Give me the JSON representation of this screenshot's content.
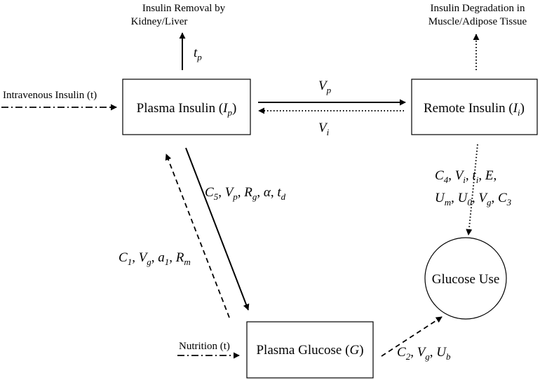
{
  "nodes": {
    "plasma_insulin": {
      "label": "Plasma Insulin (",
      "var": "I",
      "sub": "p",
      "close": ")"
    },
    "remote_insulin": {
      "label": "Remote Insulin (",
      "var": "I",
      "sub": "i",
      "close": ")"
    },
    "plasma_glucose": {
      "label": "Plasma Glucose (",
      "var": "G",
      "close": ")"
    },
    "glucose_use": {
      "label": "Glucose Use"
    }
  },
  "outputs": {
    "kidney_liver": {
      "line1": "Insulin Removal by",
      "line2": "Kidney/Liver"
    },
    "muscle_adipose": {
      "line1": "Insulin Degradation in",
      "line2": "Muscle/Adipose Tissue"
    }
  },
  "inputs": {
    "intravenous": "Intravenous Insulin (t)",
    "nutrition": "Nutrition (t)"
  },
  "edge_labels": {
    "tp": {
      "v": "t",
      "s": "p"
    },
    "vp": {
      "v": "V",
      "s": "p"
    },
    "vi": {
      "v": "V",
      "s": "i"
    },
    "c5_line": [
      {
        "v": "C",
        "s": "5"
      },
      {
        "v": "V",
        "s": "p"
      },
      {
        "v": "R",
        "s": "g"
      },
      {
        "v": "α",
        "s": ""
      },
      {
        "v": "t",
        "s": "d"
      }
    ],
    "c1_line": [
      {
        "v": "C",
        "s": "1"
      },
      {
        "v": "V",
        "s": "g"
      },
      {
        "v": "a",
        "s": "1"
      },
      {
        "v": "R",
        "s": "m"
      }
    ],
    "c4_line1": [
      {
        "v": "C",
        "s": "4"
      },
      {
        "v": "V",
        "s": "i"
      },
      {
        "v": "t",
        "s": "i"
      },
      {
        "v": "E",
        "s": ""
      }
    ],
    "c4_line2": [
      {
        "v": "U",
        "s": "m"
      },
      {
        "v": "U",
        "s": "0"
      },
      {
        "v": "V",
        "s": "g"
      },
      {
        "v": "C",
        "s": "3"
      }
    ],
    "c2_line": [
      {
        "v": "C",
        "s": "2"
      },
      {
        "v": "V",
        "s": "g"
      },
      {
        "v": "U",
        "s": "b"
      }
    ]
  }
}
